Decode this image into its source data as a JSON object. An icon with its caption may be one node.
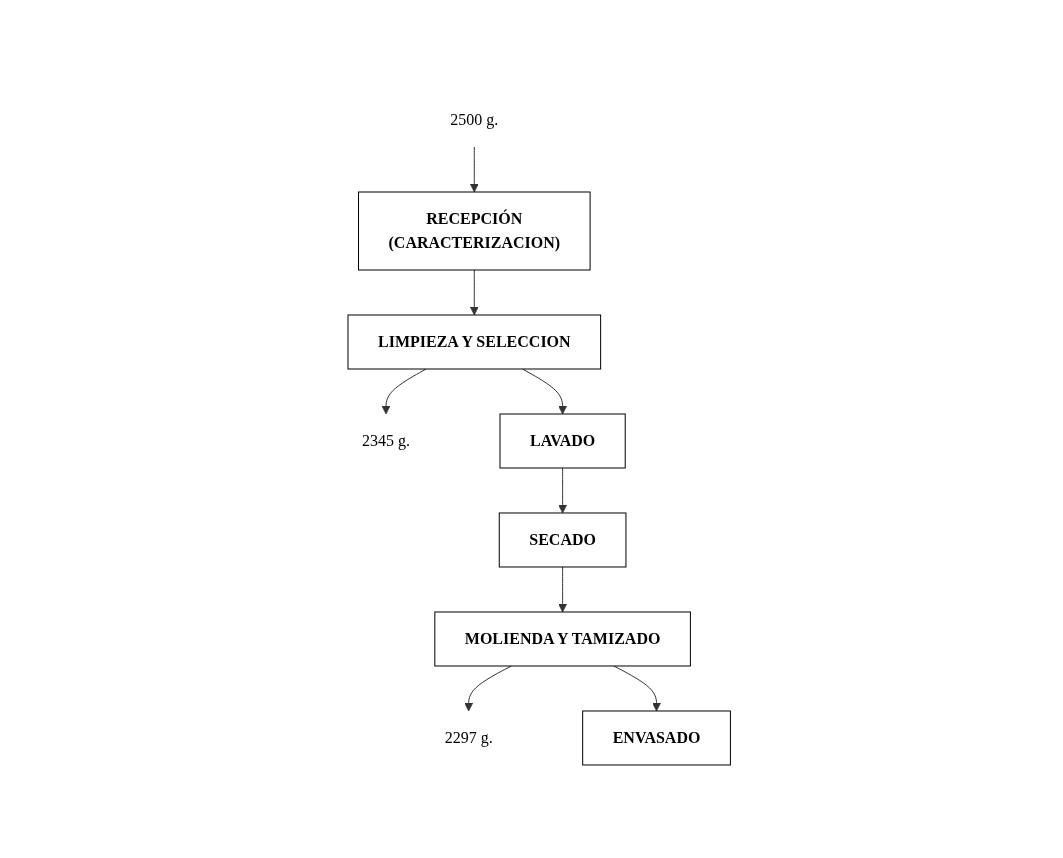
{
  "diagram": {
    "nodes": [
      {
        "text": [
          "2500 g."
        ]
      },
      {
        "text": [
          "RECEPCIÓN",
          "(CARACTERIZACION)"
        ]
      },
      {
        "text": [
          "LIMPIEZA Y SELECCION"
        ]
      },
      {
        "text": [
          "2345 g."
        ]
      },
      {
        "text": [
          "LAVADO"
        ]
      },
      {
        "text": [
          "SECADO"
        ]
      },
      {
        "text": [
          "MOLIENDA Y TAMIZADO"
        ]
      },
      {
        "text": [
          "2297 g."
        ]
      },
      {
        "text": [
          "ENVASADO"
        ]
      }
    ],
    "edges": [
      {
        "from": 0,
        "to": 1,
        "arrow": "to"
      },
      {
        "from": 1,
        "to": 2,
        "arrow": "to"
      },
      {
        "from": 2,
        "to": 3,
        "arrow": "to"
      },
      {
        "from": 2,
        "to": 4,
        "arrow": "to"
      },
      {
        "from": 4,
        "to": 5,
        "arrow": "to"
      },
      {
        "from": 5,
        "to": 6,
        "arrow": "to"
      },
      {
        "from": 6,
        "to": 7,
        "arrow": "to"
      },
      {
        "from": 6,
        "to": 8,
        "arrow": "to"
      }
    ]
  }
}
